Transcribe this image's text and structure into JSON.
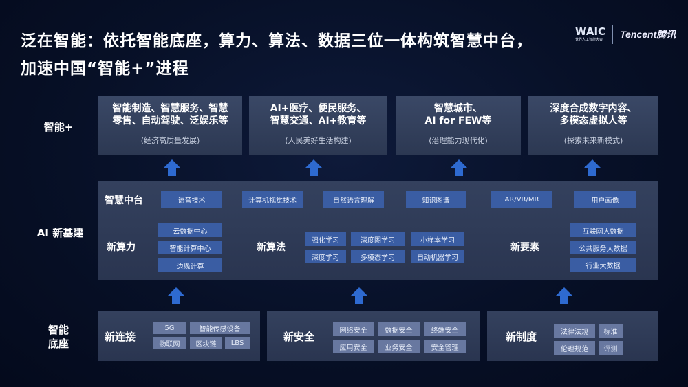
{
  "title": {
    "line1": "泛在智能：依托智能底座，算力、算法、数据三位一体构筑智慧中台，",
    "line2": "加速中国“智能+”进程"
  },
  "logos": {
    "waic": "WAIC",
    "waic_sub": "世界人工智能大会",
    "tencent": "Tencent腾讯"
  },
  "row_labels": {
    "top": "智能+",
    "middle": "AI 新基建",
    "bottom": "智能\n底座"
  },
  "top_boxes": [
    {
      "main": "智能制造、智慧服务、智慧\n零售、自动驾驶、泛娱乐等",
      "sub": "(经济高质量发展)"
    },
    {
      "main": "AI+医疗、便民服务、\n智慧交通、AI+教育等",
      "sub": "(人民美好生活构建)"
    },
    {
      "main": "智慧城市、\nAI for FEW等",
      "sub": "(治理能力现代化)"
    },
    {
      "main": "深度合成数字内容、\n多模态虚拟人等",
      "sub": "(探索未来新模式)"
    }
  ],
  "middle": {
    "platform": {
      "label": "智慧中台",
      "chips": [
        "语音技术",
        "计算机视觉技术",
        "自然语言理解",
        "知识图谱",
        "AR/VR/MR",
        "用户画像"
      ]
    },
    "compute": {
      "label": "新算力",
      "chips": [
        "云数据中心",
        "智能计算中心",
        "边缘计算"
      ]
    },
    "algorithm": {
      "label": "新算法",
      "chips": [
        "强化学习",
        "深度图学习",
        "小样本学习",
        "深度学习",
        "多模态学习",
        "自动机器学习"
      ]
    },
    "elements": {
      "label": "新要素",
      "chips": [
        "互联网大数据",
        "公共服务大数据",
        "行业大数据"
      ]
    }
  },
  "bottom": {
    "connect": {
      "label": "新连接",
      "chips": [
        "5G",
        "智能传感设备",
        "物联网",
        "区块链",
        "LBS"
      ]
    },
    "security": {
      "label": "新安全",
      "chips": [
        "网络安全",
        "数据安全",
        "终端安全",
        "应用安全",
        "业务安全",
        "安全管理"
      ]
    },
    "system": {
      "label": "新制度",
      "chips": [
        "法律法规",
        "标准",
        "伦理规范",
        "评测"
      ]
    }
  },
  "colors": {
    "accent": "#2e6ad0",
    "chip": "#3a5da3",
    "chip_bottom": "#6878a0"
  }
}
